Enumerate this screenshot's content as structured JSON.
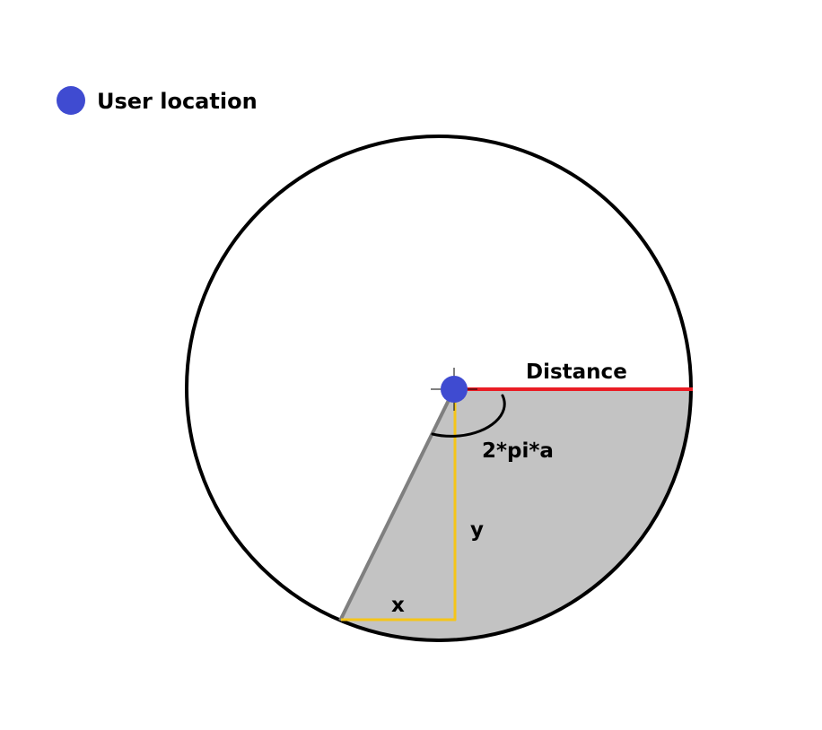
{
  "legend": {
    "marker_color": "#3f4bd1",
    "label": "User location"
  },
  "diagram": {
    "circle_stroke": "#000000",
    "sector_fill": "#c3c3c3",
    "radius_color": "#ea1c24",
    "angle_edge_color": "#7f7f7f",
    "legs_color": "#f5c518",
    "center_marker_color": "#3f4bd1",
    "labels": {
      "distance": "Distance",
      "angle": "2*pi*a",
      "y": "y",
      "x": "x"
    }
  }
}
